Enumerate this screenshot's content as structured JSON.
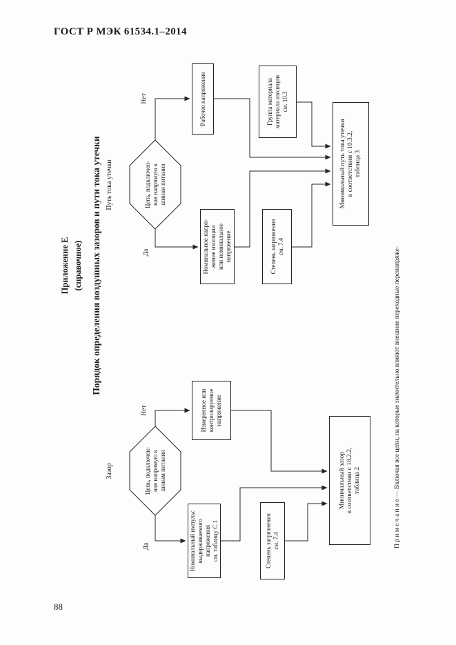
{
  "page": {
    "header": "ГОСТ Р МЭК 61534.1–2014",
    "number": "88"
  },
  "colors": {
    "paper": "#fdfdfb",
    "ink": "#1c1c1c",
    "line": "#242424"
  },
  "figure": {
    "annex_label": "Приложение Е",
    "annex_type": "(справочное)",
    "title": "Порядок определения воздушных зазоров и пути тока утечки",
    "note": "П р и м е ч а н и е — Включая все цепи, на которые значительно влияют внешние переходные перенапряже-"
  },
  "clearance": {
    "label": "Зазор",
    "decision": [
      "Цепь, подключен-",
      "ная напрямую к",
      "шинам питания"
    ],
    "yes_label": "Да",
    "no_label": "Нет",
    "yes_box": [
      "Номинальный импульс",
      "выдерживаемого",
      "напряжения",
      "см. таблицу С.1"
    ],
    "no_box": [
      "Измеренное или",
      "контролируемое",
      "напряжение"
    ],
    "pollution_box": [
      "Степень загрязнения",
      "см. 7.4"
    ],
    "final_box": [
      "Минимальный зазор",
      "в соответствии с 10.2.2,",
      "таблица 2"
    ]
  },
  "creepage": {
    "label": "Путь тока утечки",
    "decision": [
      "Цепь, подключен-",
      "ная напрямую к",
      "шинам питания"
    ],
    "yes_label": "Да",
    "no_label": "Нет",
    "yes_box": [
      "Номинальное напря-",
      "жение изоляции",
      "или номинальное",
      "напряжение"
    ],
    "no_box": [
      "Рабочее напряжение"
    ],
    "pollution_box": [
      "Степень загрязнения",
      "см. 7.4"
    ],
    "material_box": [
      "Группа материала",
      "материала изоляции",
      "см. 10.3"
    ],
    "final_box": [
      "Минимальный путь тока утечки",
      "в соответствии с 10.3.2,",
      "таблица 3"
    ]
  }
}
